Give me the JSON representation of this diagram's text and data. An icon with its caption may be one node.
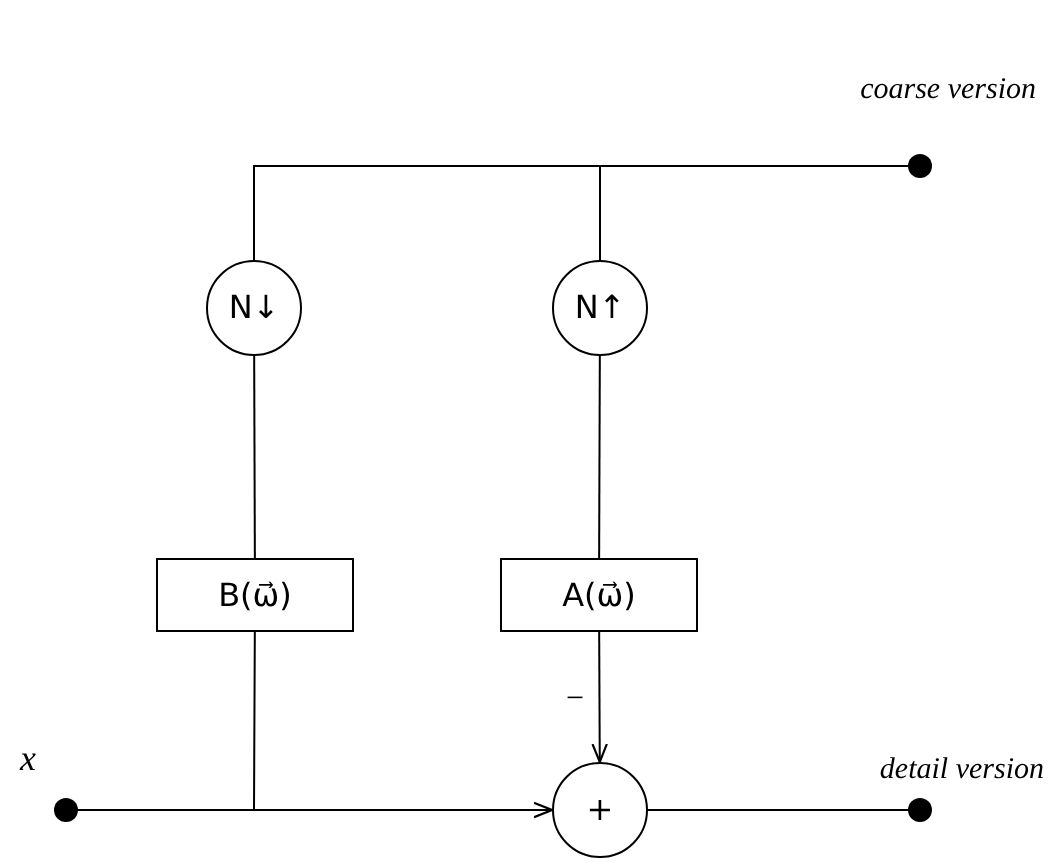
{
  "diagram": {
    "nodes": [
      {
        "text": [],
        "shape": "circle",
        "beside": [
          "coarse version"
        ]
      },
      {
        "text": [
          "N↓"
        ]
      },
      {
        "text": [
          "N↑"
        ]
      },
      {
        "text": [
          "B(ω⃗)"
        ]
      },
      {
        "text": [
          "A(ω⃗)"
        ]
      },
      {
        "text": [],
        "shape": "circle",
        "beside": [
          "x"
        ]
      },
      {
        "text": [
          "+"
        ]
      },
      {
        "text": [],
        "shape": "circle",
        "beside": [
          "detail version"
        ]
      }
    ],
    "edges": [
      {
        "from": 1,
        "to": 0,
        "arrow": "none"
      },
      {
        "from": 1,
        "to": 2,
        "arrow": "none"
      },
      {
        "from": 2,
        "to": 4,
        "arrow": "none"
      },
      {
        "from": 4,
        "to": 6,
        "arrow": "to",
        "label": "−"
      },
      {
        "from": 5,
        "to": 6,
        "arrow": "to"
      },
      {
        "from": 5,
        "to": 3,
        "arrow": "none"
      },
      {
        "from": 3,
        "to": 1,
        "arrow": "none"
      },
      {
        "from": 6,
        "to": 7,
        "arrow": "none"
      }
    ]
  }
}
